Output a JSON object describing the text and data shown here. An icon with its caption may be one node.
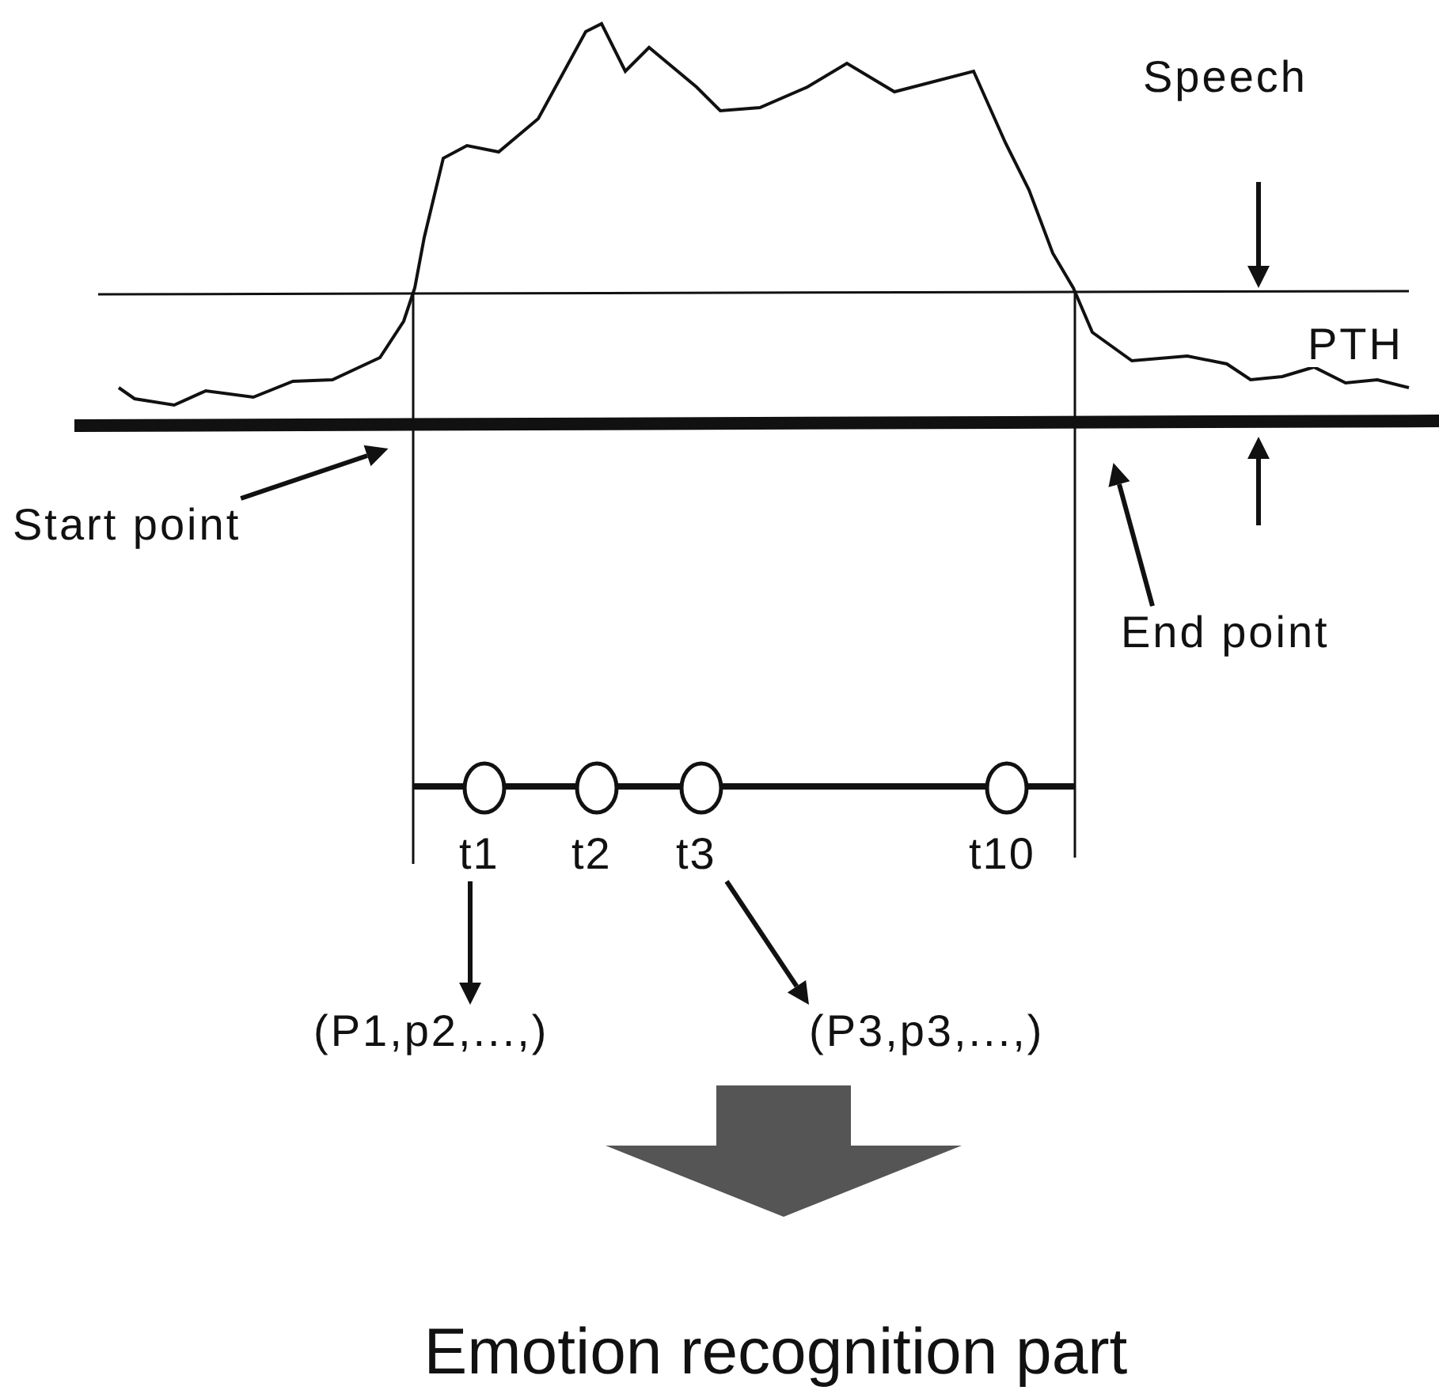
{
  "diagram": {
    "nodes": [
      {
        "text": [
          "Speech"
        ]
      },
      {
        "text": [
          "PTH"
        ]
      },
      {
        "text": [
          "Start point"
        ]
      },
      {
        "text": [
          "End point"
        ]
      },
      {
        "text": [],
        "shape": "circle",
        "beside": [
          "t1"
        ]
      },
      {
        "text": [],
        "shape": "circle",
        "beside": [
          "t2"
        ]
      },
      {
        "text": [],
        "shape": "circle",
        "beside": [
          "t3"
        ]
      },
      {
        "text": [],
        "shape": "circle",
        "beside": [
          "t10"
        ]
      },
      {
        "text": [
          "(P1,p2,...,)"
        ]
      },
      {
        "text": [
          "(P3,p3,...,)"
        ]
      },
      {
        "text": [
          "Emotion recognition part"
        ]
      }
    ],
    "edges": [
      {
        "from": 2,
        "to": null,
        "arrow": "to"
      },
      {
        "from": 3,
        "to": null,
        "arrow": "to"
      },
      {
        "from": 4,
        "to": 8,
        "arrow": "to"
      },
      {
        "from": 6,
        "to": 9,
        "arrow": "to"
      },
      {
        "from": null,
        "to": 10,
        "arrow": "to",
        "style": "thick",
        "color": "#555555"
      }
    ]
  }
}
